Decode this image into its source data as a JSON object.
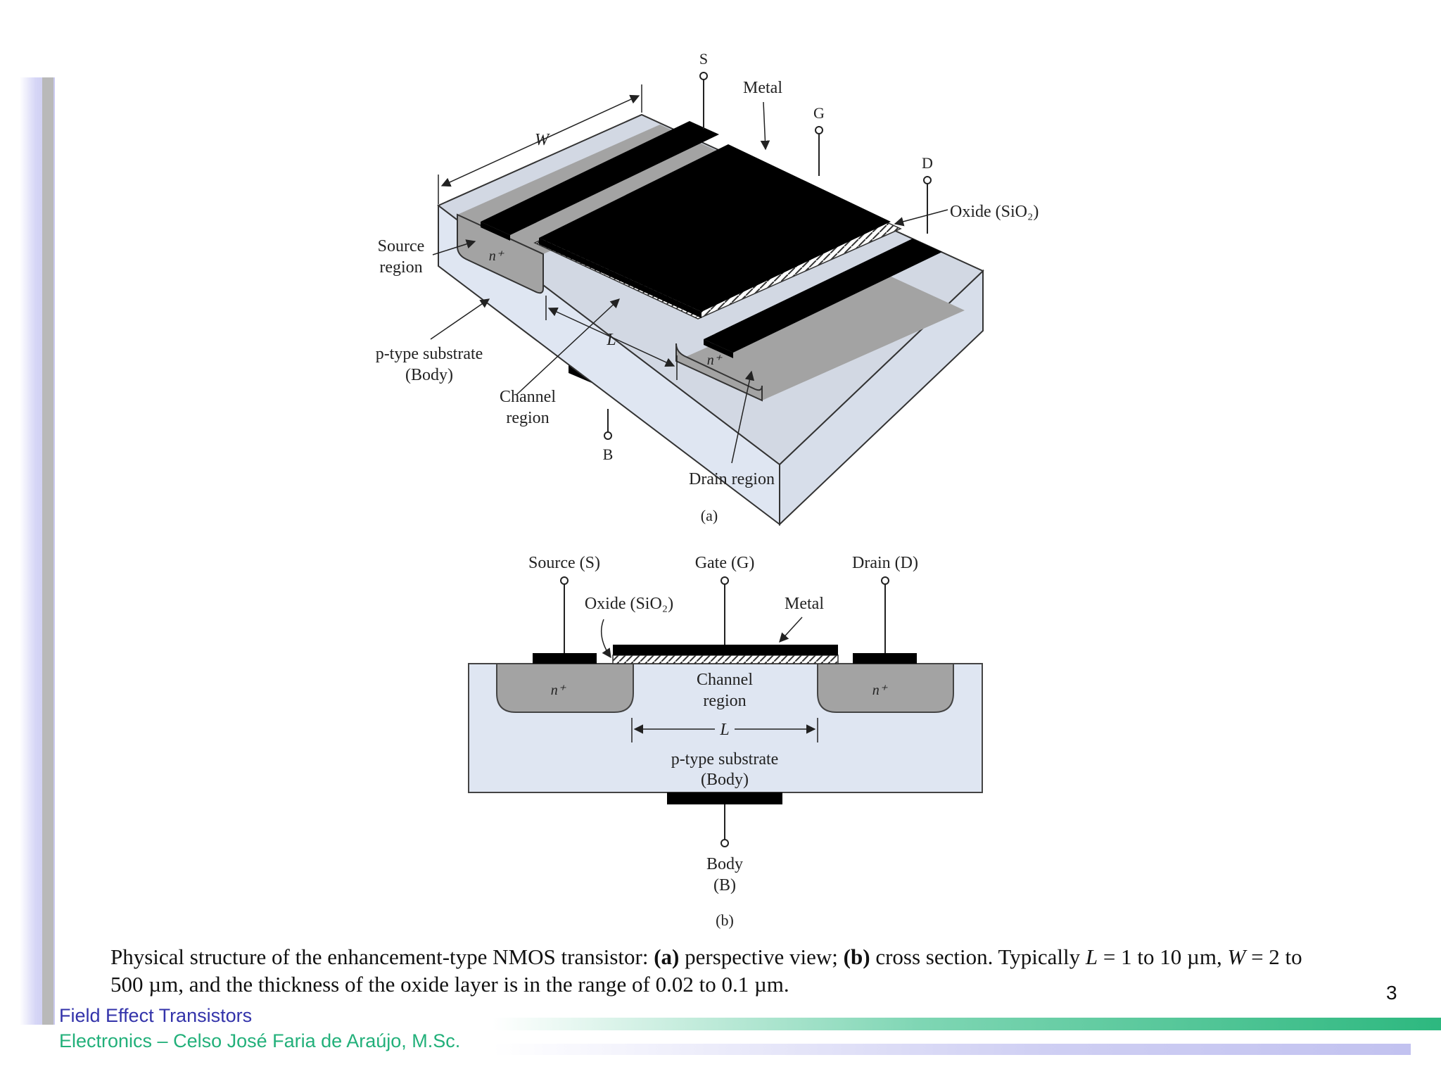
{
  "figure": {
    "perspective": {
      "terminal_s": "S",
      "terminal_g": "G",
      "terminal_d": "D",
      "terminal_b": "B",
      "metal": "Metal",
      "oxide": "Oxide (SiO₂)",
      "width": "W",
      "length": "L",
      "source_region": [
        "Source",
        "region"
      ],
      "substrate": [
        "p-type substrate",
        "(Body)"
      ],
      "channel_region": [
        "Channel",
        "region"
      ],
      "drain_region": "Drain region",
      "n_plus": "n⁺",
      "label": "(a)"
    },
    "cross_section": {
      "source": "Source (S)",
      "gate": "Gate (G)",
      "drain": "Drain (D)",
      "oxide": "Oxide (SiO₂)",
      "metal": "Metal",
      "channel_region": [
        "Channel",
        "region"
      ],
      "length": "L",
      "substrate": [
        "p-type substrate",
        "(Body)"
      ],
      "n_plus": "n⁺",
      "body": [
        "Body",
        "(B)"
      ],
      "label": "(b)"
    }
  },
  "caption": {
    "intro": "Physical structure of the enhancement-type NMOS transistor: ",
    "a_label": "(a)",
    "a_text": " perspective view; ",
    "b_label": "(b)",
    "b_text": " cross section.  Typically ",
    "l_sym": "L",
    "l_range": " = 1 to 10 µm, ",
    "w_sym": "W",
    "w_range": " = 2 to 500 µm, and the thickness of the oxide layer is in the range of 0.02 to 0.1 µm."
  },
  "slide": {
    "page_number": "3",
    "footer_title": "Field Effect Transistors",
    "footer_author": "Electronics – Celso José Faria de Araújo, M.Sc."
  },
  "colors": {
    "substrate": "#dfe6f2",
    "n_region": "#a3a3a3",
    "metal": "#000000",
    "footer_blue": "#3333aa",
    "footer_green": "#22b07a"
  }
}
